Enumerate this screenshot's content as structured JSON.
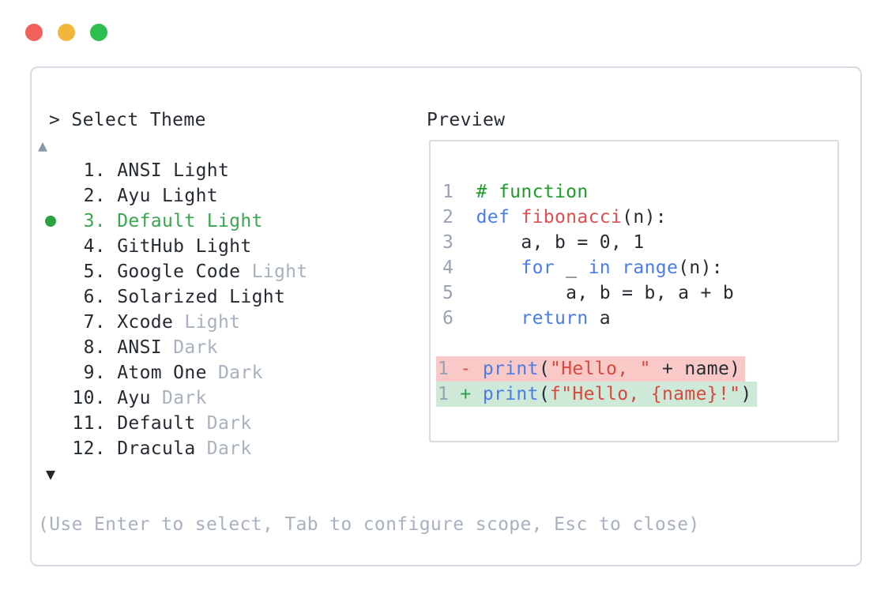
{
  "window": {
    "controls": {
      "close": "close-button",
      "minimize": "minimize-button",
      "maximize": "maximize-button"
    }
  },
  "colors": {
    "window_red": "#f2605c",
    "window_yellow": "#f3b63b",
    "window_green": "#2dbe4f",
    "panel_border": "#d6dae2",
    "box_border": "#d9dbe0",
    "text_dark": "#252b33",
    "muted": "#a7b1c0",
    "selected_green": "#3aa64e",
    "selected_dot": "#2aa23e",
    "scroll_up": "#8b98ab",
    "scroll_down": "#20262e",
    "plain": "#262c33",
    "keyword": "#4a7de8",
    "function_name": "#de5150",
    "string": "#d8483f",
    "comment": "#1f9e2b",
    "linenum": "#98a2b1",
    "removed_sign": "#e05252",
    "added_sign": "#2f9e48",
    "removed_bg": "#f9c9c8",
    "added_bg": "#cfe9d8"
  },
  "header": {
    "text": "> Select Theme"
  },
  "theme_list": {
    "scroll_up_indicator": "▲",
    "scroll_down_indicator": "▼",
    "selected_number": "3.",
    "selected_name": "Default Light",
    "items": [
      {
        "number": "1.",
        "name": "ANSI Light",
        "muted_suffix": "",
        "selected": false
      },
      {
        "number": "2.",
        "name": "Ayu Light",
        "muted_suffix": "",
        "selected": false
      },
      {
        "number": "3.",
        "name": "Default Light",
        "muted_suffix": "",
        "selected": true
      },
      {
        "number": "4.",
        "name": "GitHub Light",
        "muted_suffix": "",
        "selected": false
      },
      {
        "number": "5.",
        "name": "Google Code",
        "muted_suffix": "Light",
        "selected": false
      },
      {
        "number": "6.",
        "name": "Solarized Light",
        "muted_suffix": "",
        "selected": false
      },
      {
        "number": "7.",
        "name": "Xcode",
        "muted_suffix": "Light",
        "selected": false
      },
      {
        "number": "8.",
        "name": "ANSI",
        "muted_suffix": "Dark",
        "selected": false
      },
      {
        "number": "9.",
        "name": "Atom One",
        "muted_suffix": "Dark",
        "selected": false
      },
      {
        "number": "10.",
        "name": "Ayu",
        "muted_suffix": "Dark",
        "selected": false
      },
      {
        "number": "11.",
        "name": "Default",
        "muted_suffix": "Dark",
        "selected": false
      },
      {
        "number": "12.",
        "name": "Dracula",
        "muted_suffix": "Dark",
        "selected": false
      }
    ]
  },
  "preview": {
    "label": "Preview",
    "code_lines": [
      {
        "num": "1",
        "tokens": [
          {
            "t": "# function",
            "c": "comment"
          }
        ]
      },
      {
        "num": "2",
        "tokens": [
          {
            "t": "def",
            "c": "keyword"
          },
          {
            "t": " ",
            "c": "plain"
          },
          {
            "t": "fibonacci",
            "c": "function_name"
          },
          {
            "t": "(n):",
            "c": "plain"
          }
        ]
      },
      {
        "num": "3",
        "tokens": [
          {
            "t": "    a, b = 0, 1",
            "c": "plain"
          }
        ]
      },
      {
        "num": "4",
        "tokens": [
          {
            "t": "    ",
            "c": "plain"
          },
          {
            "t": "for",
            "c": "keyword"
          },
          {
            "t": " _ ",
            "c": "plain"
          },
          {
            "t": "in",
            "c": "keyword"
          },
          {
            "t": " ",
            "c": "plain"
          },
          {
            "t": "range",
            "c": "keyword"
          },
          {
            "t": "(n):",
            "c": "plain"
          }
        ]
      },
      {
        "num": "5",
        "tokens": [
          {
            "t": "        a, b = b, a + b",
            "c": "plain"
          }
        ]
      },
      {
        "num": "6",
        "tokens": [
          {
            "t": "    ",
            "c": "plain"
          },
          {
            "t": "return",
            "c": "keyword"
          },
          {
            "t": " a",
            "c": "plain"
          }
        ]
      },
      {
        "num": "",
        "tokens": []
      }
    ],
    "diff_lines": [
      {
        "num": "1",
        "sign": "-",
        "sign_color": "removed_sign",
        "bg": "removed_bg",
        "tokens": [
          {
            "t": "print",
            "c": "keyword"
          },
          {
            "t": "(",
            "c": "plain"
          },
          {
            "t": "\"Hello, \"",
            "c": "string"
          },
          {
            "t": " + name)",
            "c": "plain"
          }
        ]
      },
      {
        "num": "1",
        "sign": "+",
        "sign_color": "added_sign",
        "bg": "added_bg",
        "tokens": [
          {
            "t": "print",
            "c": "keyword"
          },
          {
            "t": "(",
            "c": "plain"
          },
          {
            "t": "f\"Hello, {name}!\"",
            "c": "string"
          },
          {
            "t": ")",
            "c": "plain"
          }
        ]
      }
    ]
  },
  "footer": {
    "hint": "(Use Enter to select, Tab to configure scope, Esc to close)"
  }
}
